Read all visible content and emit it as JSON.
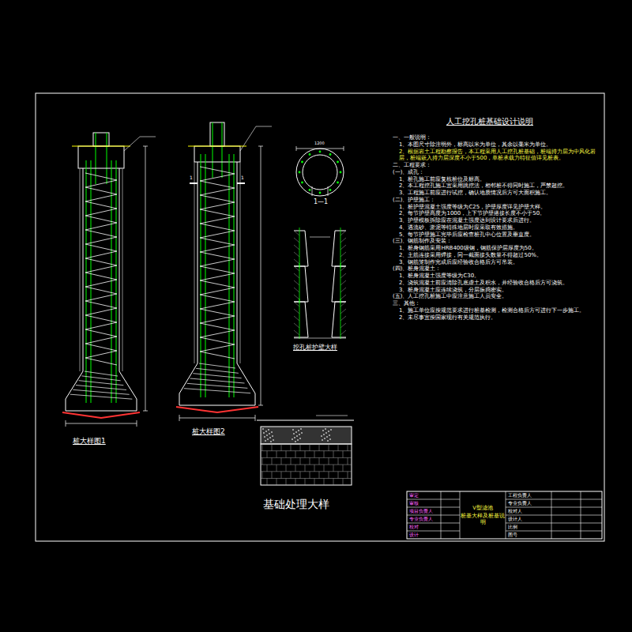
{
  "diagram": {
    "title": "人工挖孔桩基础设计说明",
    "nodes": [
      {
        "text": [
          "V型滤池",
          "桩基大样及桩基说明"
        ]
      }
    ],
    "labels": [
      "桩大样图1",
      "桩大样图2",
      "1—1",
      "挖孔桩护壁大样",
      "基础处理大样",
      "1200",
      "1",
      "1",
      "一、一般说明：",
      "1、本图尺寸除注明外，标高以米为单位，其余以毫米为单位。",
      "2、根据岩土工程勘察报告，本工程采用人工挖孔桩基础，桩端持力层为中风化岩层，桩端嵌入持力层深度不小于500，单桩承载力特征值详见桩表。",
      "二、工程要求：",
      "(一)、成孔：",
      "1、桩孔施工前应复核桩位及标高。",
      "2、本工程挖孔施工宜采用跳挖法，相邻桩不得同时施工，严禁超挖。",
      "3、工程施工前应进行试挖，确认地质情况后方可大面积施工。",
      "(二)、护壁施工：",
      "1、桩护壁混凝土强度等级为C25，护壁厚度详见护壁大样。",
      "2、每节护壁高度为1000，上下节护壁搭接长度不小于50。",
      "3、护壁模板拆除应在混凝土强度达到设计要求后进行。",
      "4、遇流砂、淤泥等特殊地层时应采取有效措施。",
      "5、每节护壁施工完毕后应检查桩孔中心位置及垂直度。",
      "(三)、钢筋制作及安装：",
      "1、桩身钢筋采用HRB400级钢，钢筋保护层厚度为50。",
      "2、主筋连接采用焊接，同一截面接头数量不得超过50%。",
      "3、钢筋笼制作完成后应经验收合格后方可吊装。",
      "(四)、桩身混凝土：",
      "1、桩身混凝土强度等级为C30。",
      "2、浇筑混凝土前应清除孔底虚土及积水，并经验收合格后方可浇筑。",
      "3、桩身混凝土应连续浇筑，分层振捣密实。",
      "(五)、人工挖孔桩施工中应注意施工人员安全。",
      "三、其他：",
      "1、施工单位应按规范要求进行桩基检测，检测合格后方可进行下一步施工。",
      "2、未尽事宜按国家现行有关规范执行。",
      "审定",
      "审核",
      "项目负责人",
      "专业负责人",
      "校对",
      "设计",
      "工程负责人",
      "专业负责人",
      "校对人",
      "设计人",
      "比例",
      "图号"
    ]
  }
}
